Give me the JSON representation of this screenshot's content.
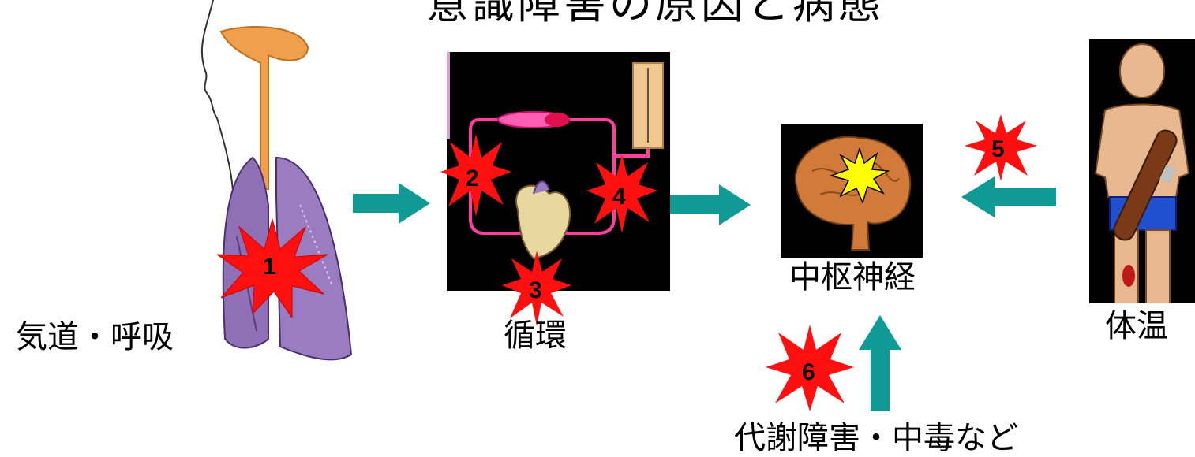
{
  "title": "意識障害の原因と病態",
  "labels": {
    "airway": "気道・呼吸",
    "circulation": "循環",
    "cns": "中枢神経",
    "temperature": "体温",
    "metabolic": "代謝障害・中毒など"
  },
  "markers": [
    "1",
    "2",
    "3",
    "4",
    "5",
    "6"
  ],
  "colors": {
    "burst": "#ff1010",
    "arrow": "#0f9a95",
    "lung": "#8f6fb5",
    "airway_tube": "#f0a04c",
    "vessel": "#ff3fa0",
    "brain": "#d27a3a",
    "brain_spark": "#ffff00"
  }
}
